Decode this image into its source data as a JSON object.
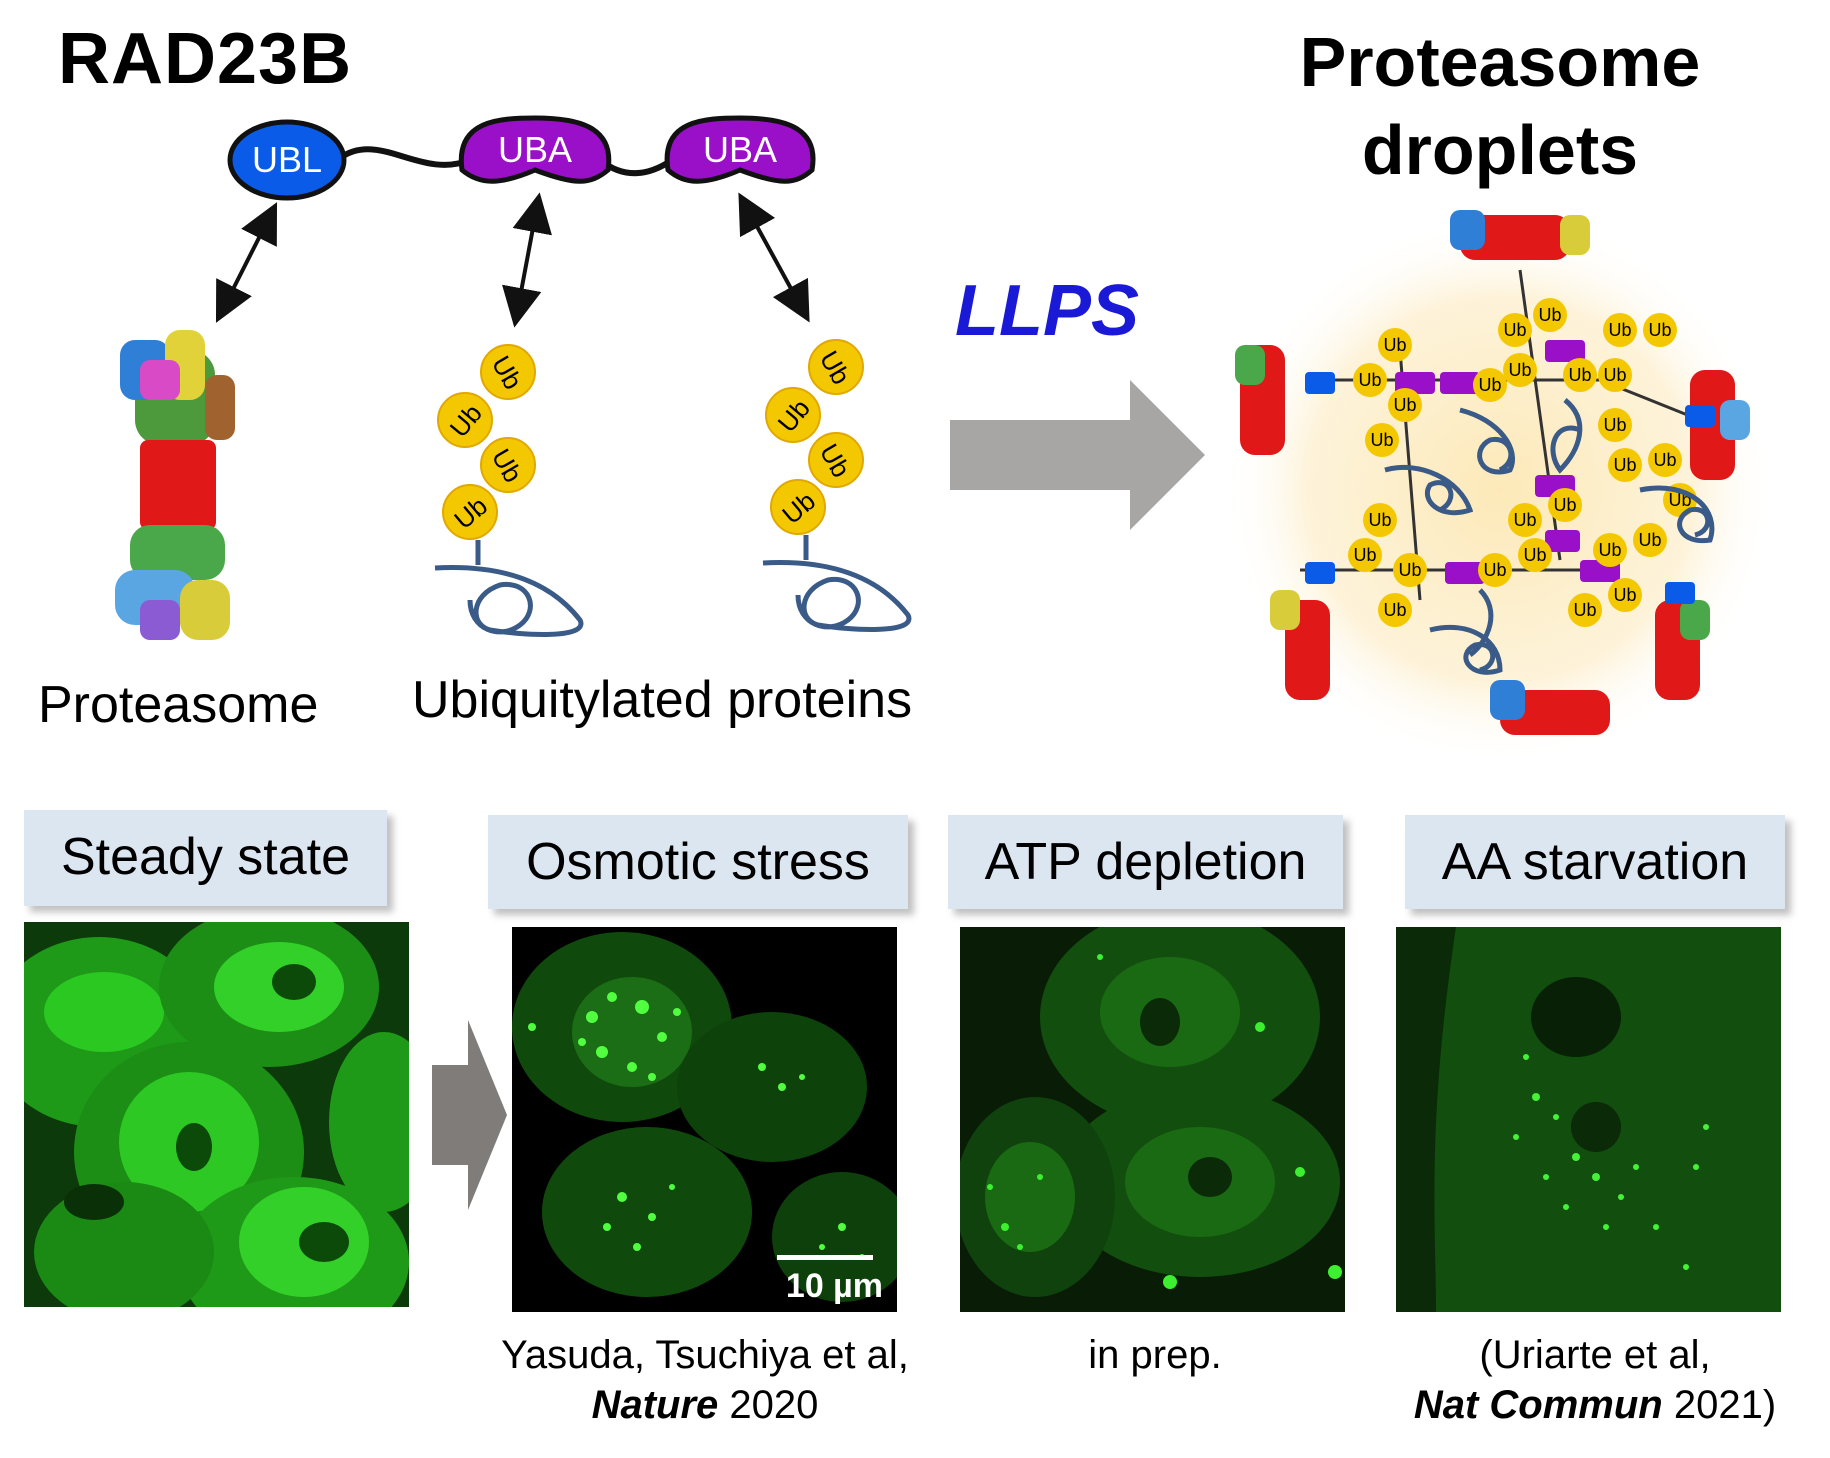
{
  "titles": {
    "rad23b": "RAD23B",
    "droplets_line1": "Proteasome",
    "droplets_line2": "droplets",
    "llps": "LLPS"
  },
  "domains": {
    "ubl": "UBL",
    "uba1": "UBA",
    "uba2": "UBA"
  },
  "ub_label": "Ub",
  "labels": {
    "proteasome": "Proteasome",
    "ubiquitylated": "Ubiquitylated proteins"
  },
  "conditions": [
    "Steady state",
    "Osmotic stress",
    "ATP depletion",
    "AA starvation"
  ],
  "scale_bar": "10 µm",
  "citations": {
    "osmotic_line1": "Yasuda, Tsuchiya et al,",
    "osmotic_journal": "Nature",
    "osmotic_year": " 2020",
    "atp": "in prep.",
    "aa_line1": "(Uriarte et al,",
    "aa_journal": "Nat Commun",
    "aa_year": " 2021)"
  },
  "colors": {
    "ubl": "#0a5ce8",
    "uba": "#9a10c8",
    "ub": "#f4c800",
    "llps": "#1a1ad6",
    "arrow": "#a8a6a4",
    "substrate": "#3a5a88",
    "header_bg": "#dce6f1",
    "fluorescence": "#22c41c"
  }
}
